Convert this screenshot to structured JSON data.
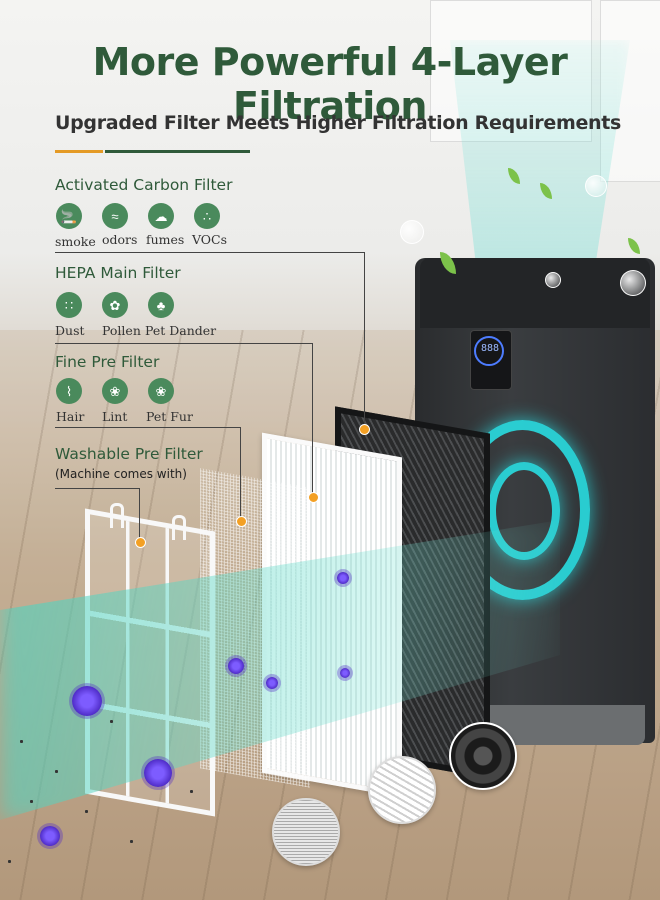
{
  "headline": "More Powerful 4-Layer Filtration",
  "subheadline": "Upgraded Filter Meets Higher Filtration Requirements",
  "sections": {
    "carbon": {
      "title": "Activated Carbon Filter",
      "items": [
        {
          "label": "smoke",
          "icon": "cigarette-icon"
        },
        {
          "label": "odors",
          "icon": "odor-icon"
        },
        {
          "label": "fumes",
          "icon": "fumes-icon"
        },
        {
          "label": "VOCs",
          "icon": "voc-icon"
        }
      ]
    },
    "hepa": {
      "title": "HEPA Main Filter",
      "items": [
        {
          "label": "Dust",
          "icon": "dust-icon"
        },
        {
          "label": "Pollen",
          "icon": "pollen-icon"
        },
        {
          "label": "Pet Dander",
          "icon": "pet-dander-icon"
        }
      ]
    },
    "fine": {
      "title": "Fine Pre Filter",
      "items": [
        {
          "label": "Hair",
          "icon": "hair-icon"
        },
        {
          "label": "Lint",
          "icon": "lint-icon"
        },
        {
          "label": "Pet Fur",
          "icon": "pet-fur-icon"
        }
      ]
    },
    "washable": {
      "title": "Washable Pre Filter",
      "note": "(Machine comes with)"
    }
  },
  "purifier": {
    "display_value": "888"
  },
  "colors": {
    "brand_green": "#2f5a3a",
    "icon_green": "#4a8a5c",
    "accent_orange": "#e49a25",
    "airflow_cyan": "#28e6eb"
  }
}
